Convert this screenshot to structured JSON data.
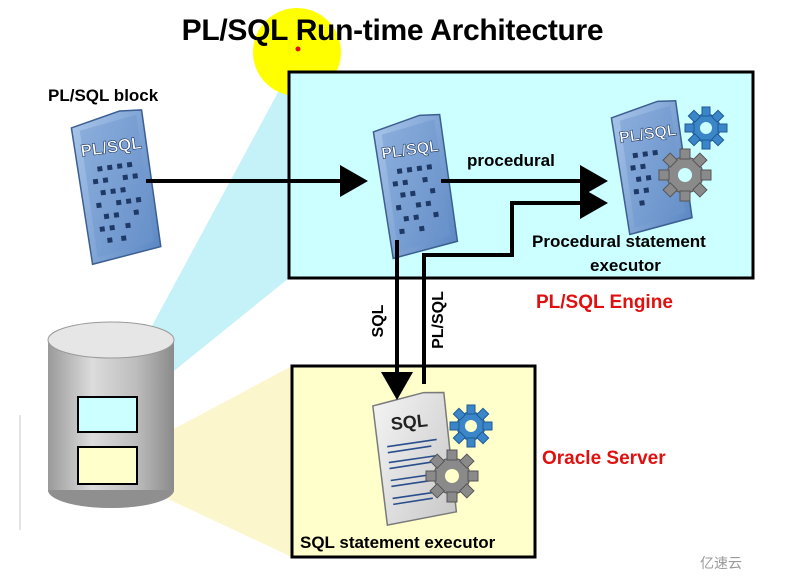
{
  "title": "PL/SQL Run-time Architecture",
  "labels": {
    "plsql_block": "PL/SQL block",
    "procedural": "procedural",
    "procedural_executor_line1": "Procedural statement",
    "procedural_executor_line2": "executor",
    "plsql_engine": "PL/SQL Engine",
    "oracle_server": "Oracle Server",
    "sql_executor": "SQL statement executor",
    "sql_arrow": "SQL",
    "plsql_arrow": "PL/SQL"
  },
  "documents": {
    "block_doc": "PL/SQL",
    "engine_doc": "PL/SQL",
    "executor_doc": "PL/SQL",
    "sql_doc": "SQL"
  },
  "watermark": "亿速云",
  "colors": {
    "engine_box_fill": "#ccffff",
    "server_box_fill": "#ffffcc",
    "title_highlight": "#ffff00",
    "red_label": "#e01010",
    "gear_blue": "#3a86c8",
    "gear_gray": "#8a8a8a",
    "doc_blue": "#7fa6d6"
  }
}
